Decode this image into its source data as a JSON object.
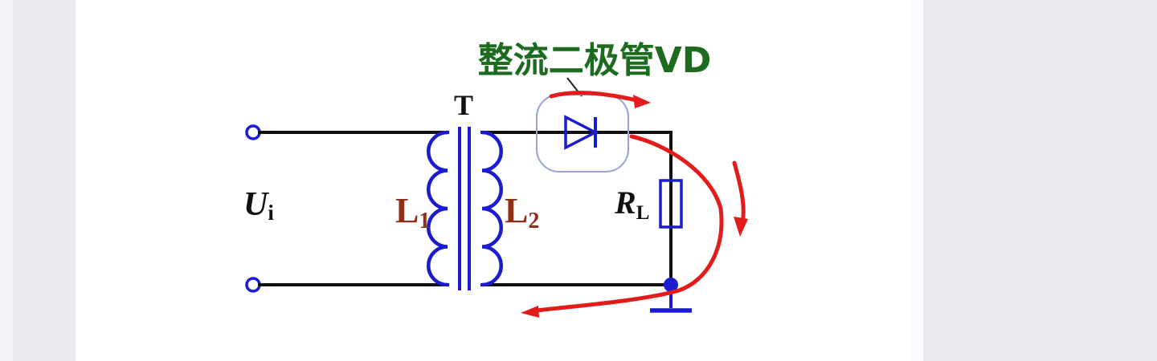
{
  "diagram": {
    "annotation": {
      "text": "整流二极管VD"
    },
    "labels": {
      "transformer": "T",
      "input_voltage": "U",
      "input_voltage_sub": "i",
      "primary_coil": "L",
      "primary_coil_sub": "1",
      "secondary_coil": "L",
      "secondary_coil_sub": "2",
      "load_resistor": "R",
      "load_resistor_sub": "L"
    },
    "colors": {
      "circuit_blue": "#1b1bd0",
      "wire_black": "#101010",
      "coil_label_maroon": "#8e3018",
      "annotation_green": "#1d6b1f",
      "flow_arrow_red": "#e41b1b",
      "diode_box_border": "#98a2d8",
      "page_background": "#e8eaef",
      "canvas_background": "#ffffff"
    }
  }
}
